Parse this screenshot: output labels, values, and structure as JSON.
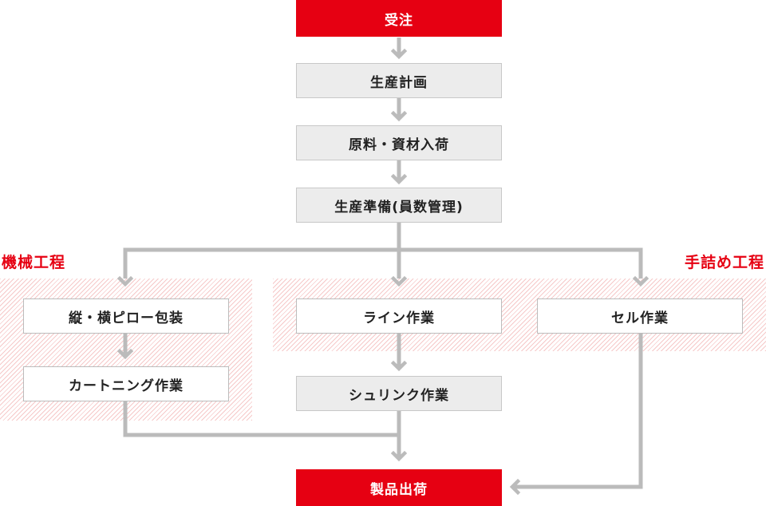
{
  "nodes": {
    "order": "受注",
    "production_plan": "生産計画",
    "material_receipt": "原料・資材入荷",
    "production_prep": "生産準備(員数管理)",
    "pillow_packaging": "縦・横ピロー包装",
    "cartoning": "カートニング作業",
    "line_work": "ライン作業",
    "shrink_work": "シュリンク作業",
    "cell_work": "セル作業",
    "product_shipment": "製品出荷"
  },
  "sections": {
    "machine_process": "機械工程",
    "manual_process": "手詰め工程"
  },
  "colors": {
    "accent": "#e60012",
    "connector": "#bbbbbb",
    "box_fill": "#ececec",
    "hatch": "#f6c9c9"
  }
}
